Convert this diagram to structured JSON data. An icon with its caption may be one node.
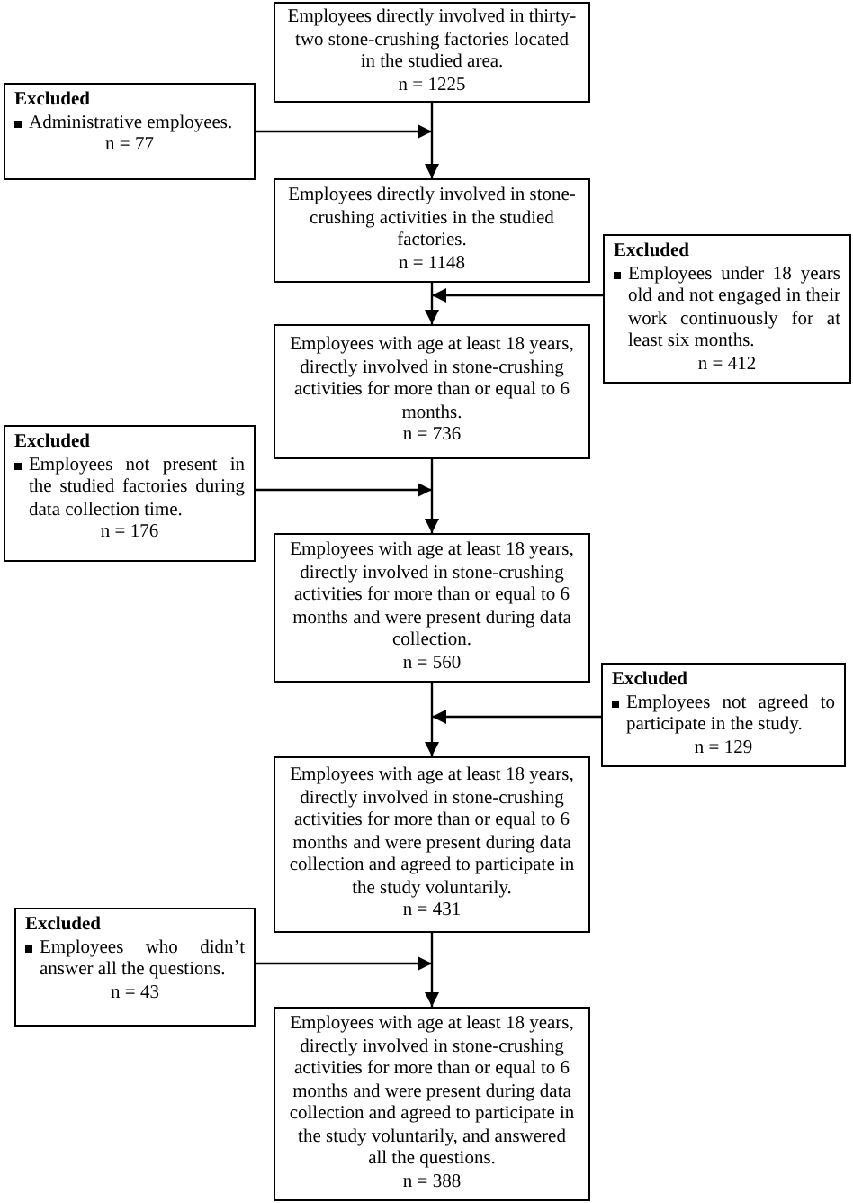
{
  "diagram": {
    "nodes": [
      {
        "text": [
          "Employees directly involved in thirty-two stone-crushing factories located in the studied area.",
          "n = 1225"
        ]
      },
      {
        "text": [
          "Excluded",
          "Administrative employees.",
          "n = 77"
        ]
      },
      {
        "text": [
          "Employees directly involved in stone-crushing activities in the studied factories.",
          "n = 1148"
        ]
      },
      {
        "text": [
          "Excluded",
          "Employees under 18 years old and not engaged in their work continuously for at least six months.",
          "n = 412"
        ]
      },
      {
        "text": [
          "Employees with age at least 18 years, directly involved in stone-crushing activities for more than or equal to 6 months.",
          "n = 736"
        ]
      },
      {
        "text": [
          "Excluded",
          "Employees not present in the studied factories during data collection time.",
          "n = 176"
        ]
      },
      {
        "text": [
          "Employees with age at least 18 years, directly involved in stone-crushing activities for more than or equal to 6 months and were present during data collection.",
          "n = 560"
        ]
      },
      {
        "text": [
          "Excluded",
          "Employees not agreed to participate in the study.",
          "n = 129"
        ]
      },
      {
        "text": [
          "Employees with age at least 18 years, directly involved in stone-crushing activities for more than or equal to 6 months and were present during data collection and agreed to participate in the study voluntarily.",
          "n = 431"
        ]
      },
      {
        "text": [
          "Excluded",
          "Employees who didn’t answer all the questions.",
          "n = 43"
        ]
      },
      {
        "text": [
          "Employees with age at least 18 years, directly involved in stone-crushing activities for more than or equal to 6 months and were present during data collection and agreed to participate in the study voluntarily, and answered all the questions.",
          "n = 388"
        ]
      }
    ],
    "edges": [
      {
        "from": 0,
        "to": 2,
        "arrow": "to"
      },
      {
        "from": 1,
        "to": 0,
        "arrow": "to"
      },
      {
        "from": 2,
        "to": 4,
        "arrow": "to"
      },
      {
        "from": 3,
        "to": 2,
        "arrow": "to"
      },
      {
        "from": 4,
        "to": 6,
        "arrow": "to"
      },
      {
        "from": 5,
        "to": 4,
        "arrow": "to"
      },
      {
        "from": 6,
        "to": 8,
        "arrow": "to"
      },
      {
        "from": 7,
        "to": 6,
        "arrow": "to"
      },
      {
        "from": 8,
        "to": 10,
        "arrow": "to"
      },
      {
        "from": 9,
        "to": 8,
        "arrow": "to"
      }
    ]
  }
}
